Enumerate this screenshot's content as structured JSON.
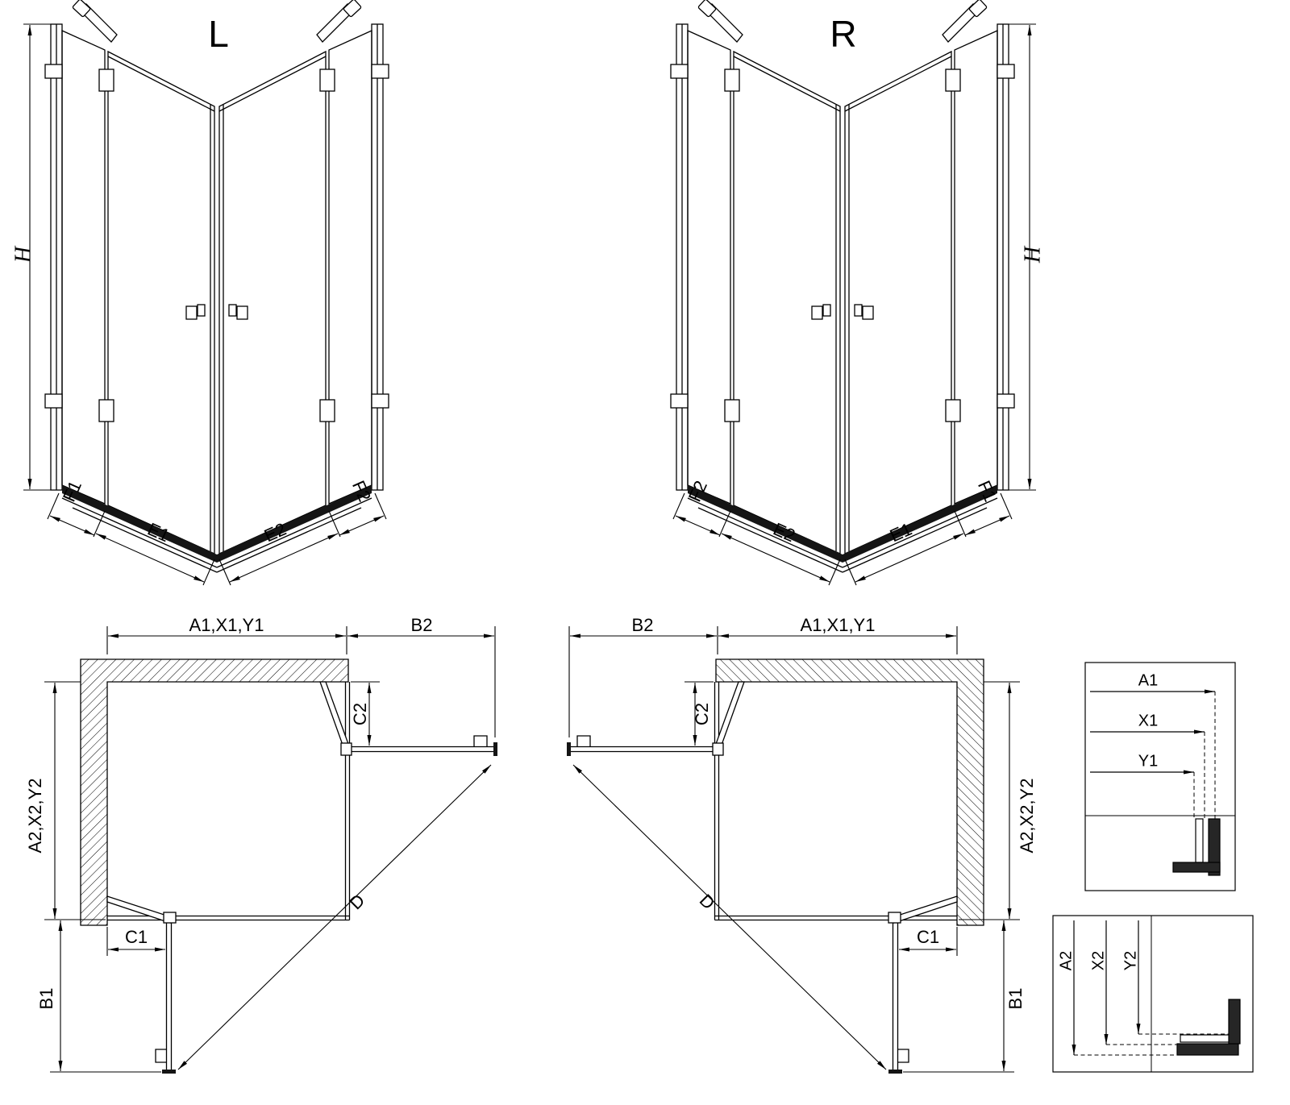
{
  "perspective_left": {
    "title": "L",
    "h": "H",
    "f1": "F1",
    "e1": "E1",
    "e2": "E2",
    "f2": "F2"
  },
  "perspective_right": {
    "title": "R",
    "h": "H",
    "f1": "F1",
    "e1": "E1",
    "e2": "E2",
    "f2": "F2"
  },
  "plan_left": {
    "a1": "A1,X1,Y1",
    "b2": "B2",
    "c2": "C2",
    "a2": "A2,X2,Y2",
    "c1": "C1",
    "b1": "B1",
    "d": "D"
  },
  "plan_right": {
    "a1": "A1,X1,Y1",
    "b2": "B2",
    "c2": "C2",
    "a2": "A2,X2,Y2",
    "c1": "C1",
    "b1": "B1",
    "d": "D"
  },
  "detail_top": {
    "a1": "A1",
    "x1": "X1",
    "y1": "Y1"
  },
  "detail_bottom": {
    "a2": "A2",
    "x2": "X2",
    "y2": "Y2"
  },
  "colors": {
    "line": "#000000",
    "background": "#ffffff",
    "tray": "#151515"
  }
}
